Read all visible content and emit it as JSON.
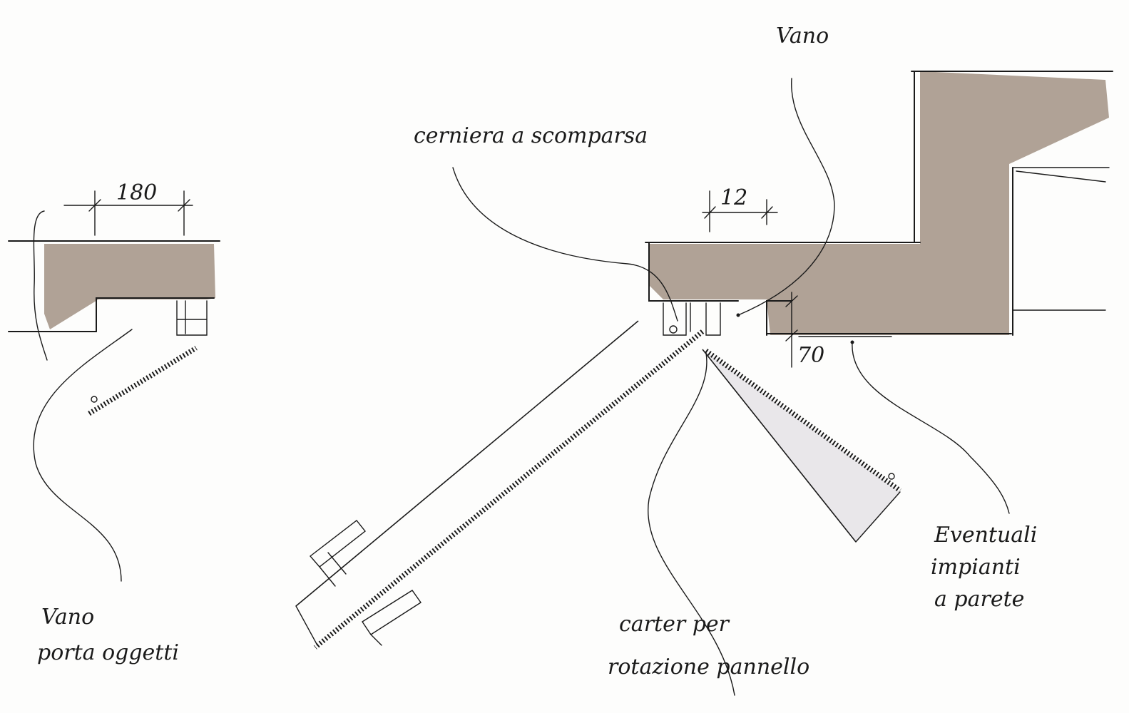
{
  "labels": {
    "vano_top": "Vano",
    "cerniera": "cerniera a scomparsa",
    "dim_180": "180",
    "dim_12": "12",
    "dim_70": "70",
    "vano_porta_line1": "Vano",
    "vano_porta_line2": "porta oggetti",
    "carter_line1": "carter per",
    "carter_line2": "rotazione pannello",
    "eventuali_line1": "Eventuali",
    "eventuali_line2": "impianti",
    "eventuali_line3": "a parete"
  },
  "colors": {
    "marker": "#a29284",
    "ink": "#1a1a1a",
    "paper": "#fdfdfc"
  }
}
